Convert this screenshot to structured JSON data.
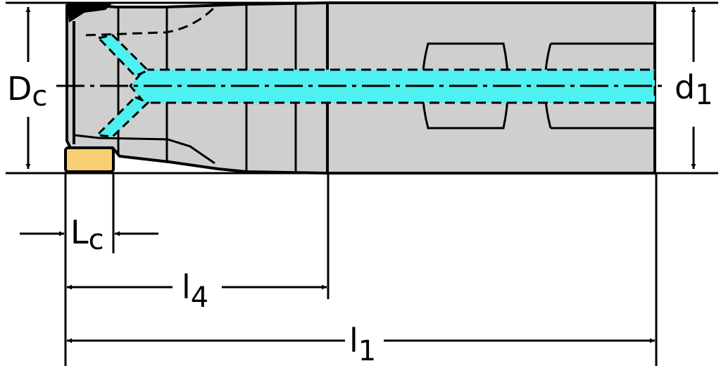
{
  "labels": {
    "dc_main": "D",
    "dc_sub": "c",
    "d1_main": "d",
    "d1_sub": "1",
    "lc_main": "L",
    "lc_sub": "c",
    "l4_main": "l",
    "l4_sub": "4",
    "l1_main": "l",
    "l1_sub": "1"
  },
  "colors": {
    "body": "#cfcfcf",
    "outline": "#000000",
    "coolant": "#4ef0f0",
    "insert": "#f7cf72"
  }
}
